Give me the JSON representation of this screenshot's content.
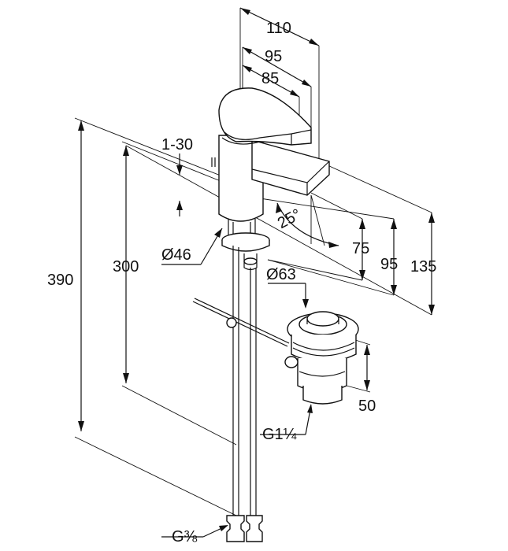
{
  "dimensions": {
    "top_110": "110",
    "top_95": "95",
    "top_85": "85",
    "offset_1_30": "1-30",
    "angle_25": "25°",
    "right_75": "75",
    "right_95": "95",
    "right_135": "135",
    "height_390": "390",
    "height_300": "300",
    "diameter_46": "Ø46",
    "diameter_63": "Ø63",
    "waste_50": "50",
    "thread_g114": "G1¼",
    "thread_g38": "G⅜"
  }
}
